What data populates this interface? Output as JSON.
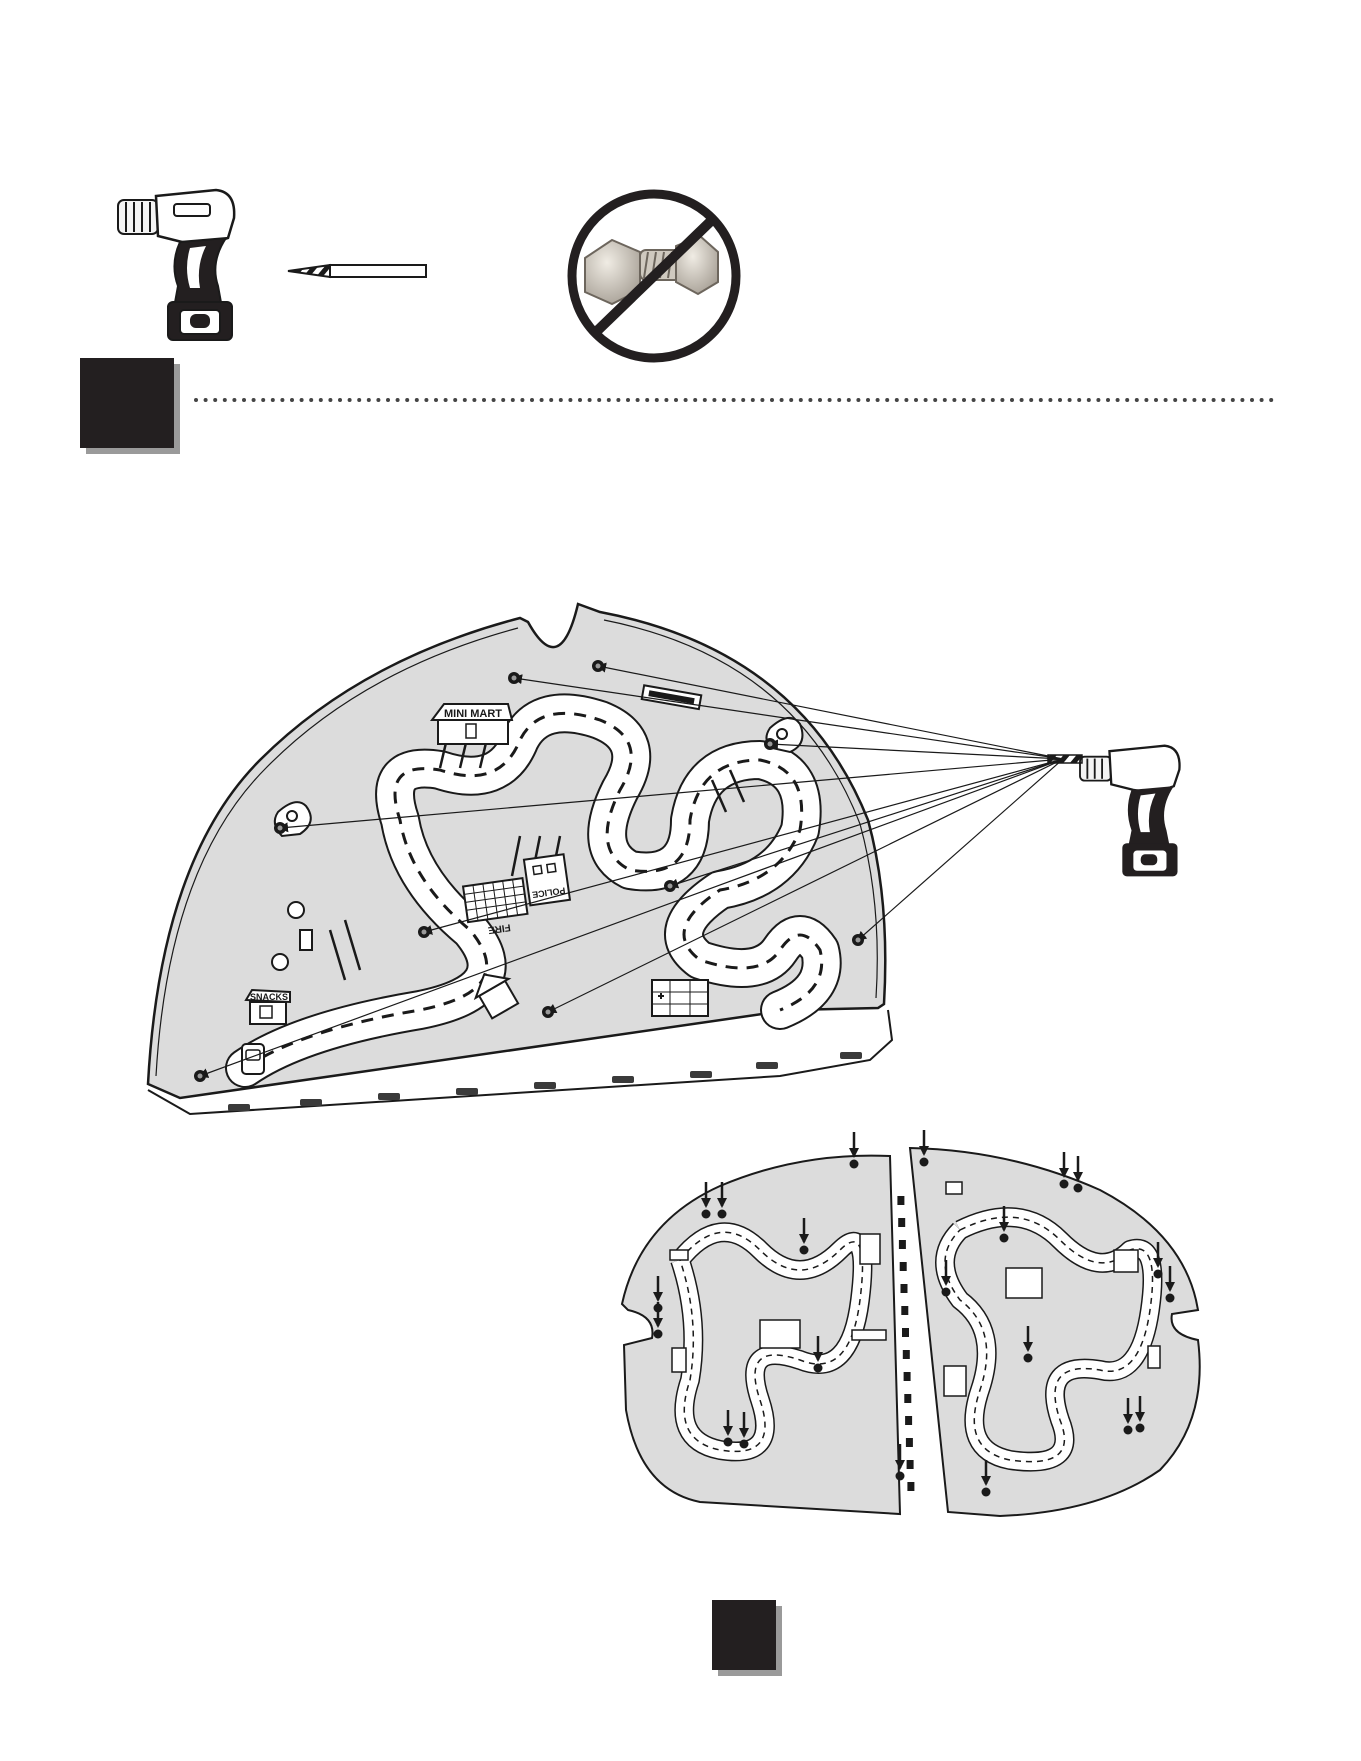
{
  "page": {
    "type": "assembly-instruction-page",
    "step_number": "",
    "page_number": ""
  },
  "tools": [
    {
      "icon": "cordless-drill-icon"
    },
    {
      "icon": "drill-bit-icon"
    },
    {
      "icon": "no-nut-bolt-icon"
    }
  ],
  "signs": {
    "mini_mart": "MINI MART",
    "police": "POLICE",
    "fire": "FIRE",
    "snacks": "SNACKS"
  },
  "colors": {
    "panel_fill": "#dcdcdc",
    "outline": "#1a1a1a",
    "step_box": "#231f20",
    "step_shadow": "#9a9a9a",
    "dots": "#444444"
  }
}
